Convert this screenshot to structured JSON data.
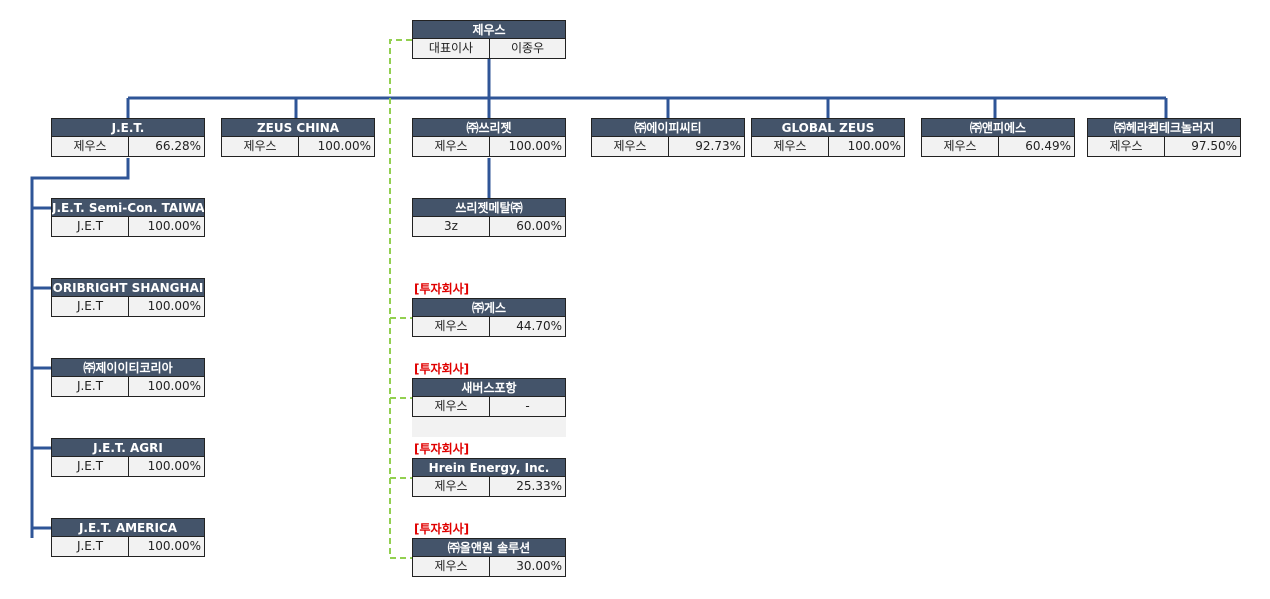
{
  "colors": {
    "header": "#44546a",
    "cell": "#f2f2f2",
    "line": "#2f5597",
    "dashed": "#92d050",
    "tag": "#e00000"
  },
  "root": {
    "name": "제우스",
    "role": "대표이사",
    "person": "이종우"
  },
  "subsidiaries": [
    {
      "name": "J.E.T.",
      "owner": "제우스",
      "share": "66.28%"
    },
    {
      "name": "ZEUS CHINA",
      "owner": "제우스",
      "share": "100.00%"
    },
    {
      "name": "㈜쓰리젯",
      "owner": "제우스",
      "share": "100.00%"
    },
    {
      "name": "㈜에이피씨티",
      "owner": "제우스",
      "share": "92.73%"
    },
    {
      "name": "GLOBAL ZEUS",
      "owner": "제우스",
      "share": "100.00%"
    },
    {
      "name": "㈜앤피에스",
      "owner": "제우스",
      "share": "60.49%"
    },
    {
      "name": "㈜헤라켐테크놀러지",
      "owner": "제우스",
      "share": "97.50%"
    }
  ],
  "jet_children": [
    {
      "name": "J.E.T. Semi-Con. TAIWAN",
      "owner": "J.E.T",
      "share": "100.00%"
    },
    {
      "name": "ORIBRIGHT SHANGHAI",
      "owner": "J.E.T",
      "share": "100.00%"
    },
    {
      "name": "㈜제이이티코리아",
      "owner": "J.E.T",
      "share": "100.00%"
    },
    {
      "name": "J.E.T. AGRI",
      "owner": "J.E.T",
      "share": "100.00%"
    },
    {
      "name": "J.E.T. AMERICA",
      "owner": "J.E.T",
      "share": "100.00%"
    }
  ],
  "threejet_child": {
    "name": "쓰리젯메탈㈜",
    "owner": "3z",
    "share": "60.00%"
  },
  "investments": [
    {
      "tag": "[투자회사]",
      "name": "㈜게스",
      "owner": "제우스",
      "share": "44.70%"
    },
    {
      "tag": "[투자회사]",
      "name": "새버스포항",
      "owner": "제우스",
      "share": "-"
    },
    {
      "tag": "[투자회사]",
      "name": "Hrein Energy, Inc.",
      "owner": "제우스",
      "share": "25.33%"
    },
    {
      "tag": "[투자회사]",
      "name": "㈜올앤원 솔루션",
      "owner": "제우스",
      "share": "30.00%"
    }
  ]
}
